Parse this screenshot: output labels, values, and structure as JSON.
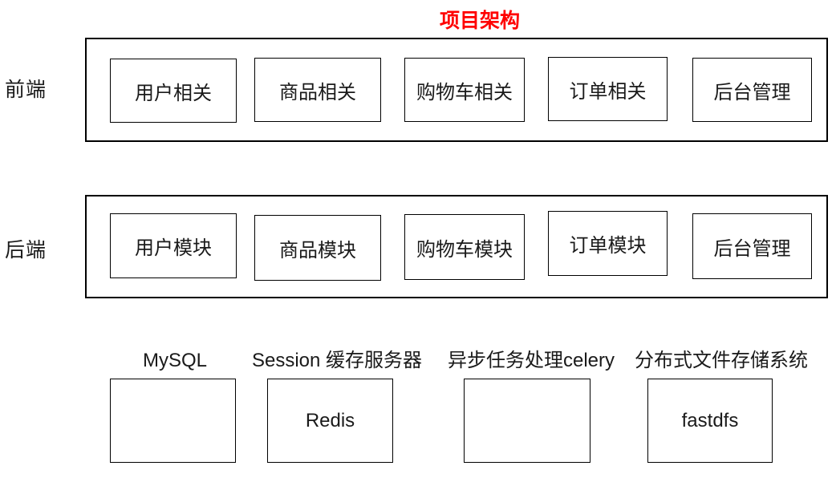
{
  "title": {
    "text": "项目架构",
    "color": "#ff0000"
  },
  "rows": [
    {
      "label": "前端",
      "boxes": [
        "用户相关",
        "商品相关",
        "购物车相关",
        "订单相关",
        "后台管理"
      ]
    },
    {
      "label": "后端",
      "boxes": [
        "用户模块",
        "商品模块",
        "购物车模块",
        "订单模块",
        "后台管理"
      ]
    }
  ],
  "services": [
    {
      "label": "MySQL",
      "content": ""
    },
    {
      "label": "Session 缓存服务器",
      "content": "Redis"
    },
    {
      "label": "异步任务处理celery",
      "content": ""
    },
    {
      "label": "分布式文件存储系统",
      "content": "fastdfs"
    }
  ]
}
